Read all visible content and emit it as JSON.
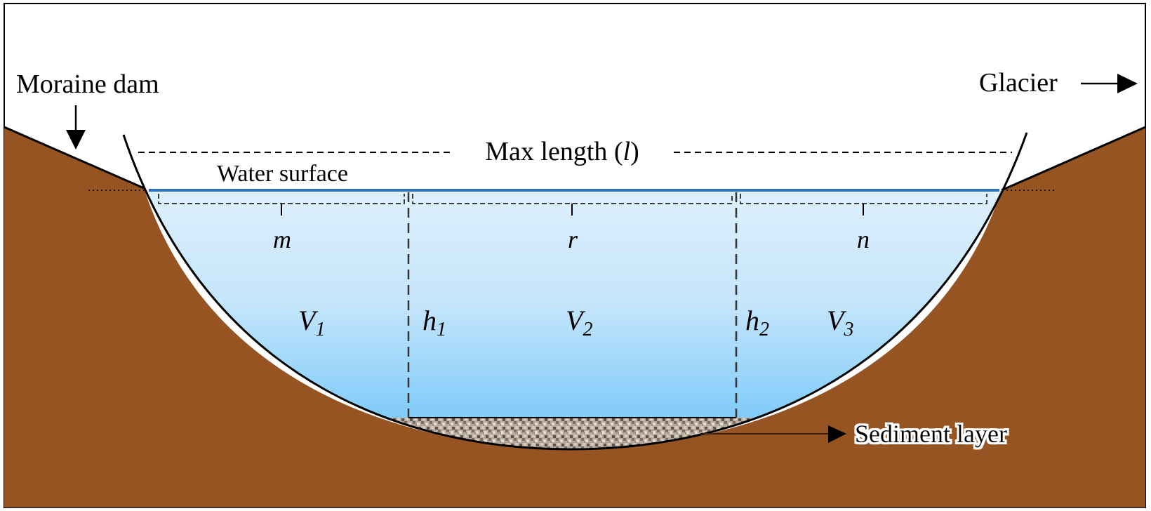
{
  "labels": {
    "moraine_dam": "Moraine dam",
    "glacier": "Glacier",
    "max_length_prefix": "Max length (",
    "max_length_var": "l",
    "max_length_suffix": ")",
    "water_surface": "Water surface",
    "m": "m",
    "r": "r",
    "n": "n",
    "v1": "V",
    "v1_sub": "1",
    "v2": "V",
    "v2_sub": "2",
    "v3": "V",
    "v3_sub": "3",
    "h1": "h",
    "h1_sub": "1",
    "h2": "h",
    "h2_sub": "2",
    "sediment_layer": "Sediment layer"
  },
  "colors": {
    "ground": "#955421",
    "water_top": "#def0fc",
    "water_bottom": "#80cbf9",
    "water_surface_line": "#2f6fbf"
  }
}
